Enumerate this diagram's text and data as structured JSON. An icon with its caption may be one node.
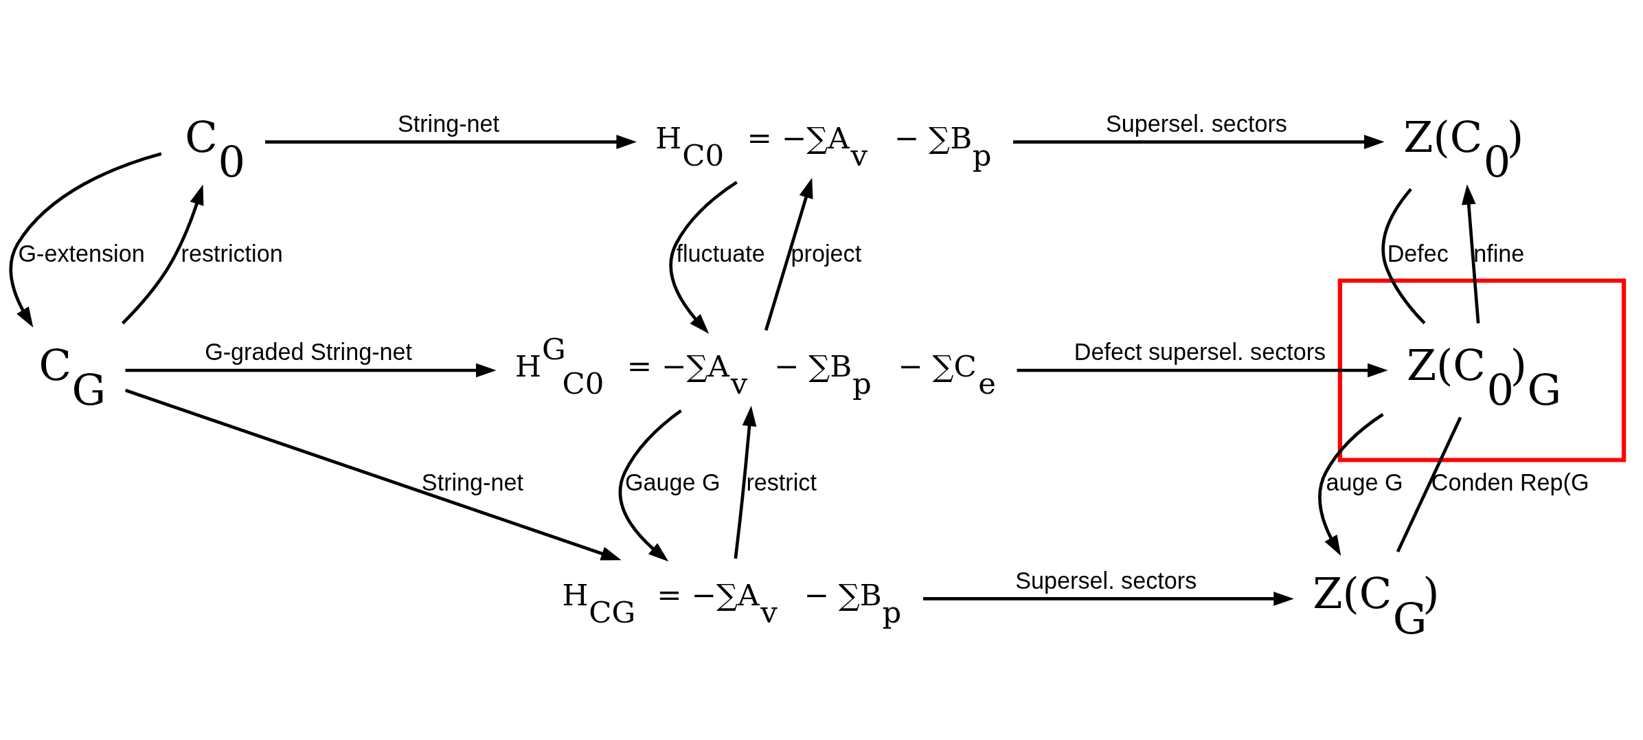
{
  "diagram": {
    "nodes": [
      {
        "text": [
          "C$_{0}$"
        ]
      },
      {
        "text": [
          "H$_{C0}$ = −∑A$_{v}$ − ∑B$_{p}$"
        ]
      },
      {
        "text": [
          "Z(C$_{0}$)"
        ]
      },
      {
        "text": [
          "C$_{G}$"
        ]
      },
      {
        "text": [
          "H$^{G}$$_{C0}$ = −∑A$_{v}$ − ∑B$_{p}$ − ∑C$_{e}$"
        ]
      },
      {
        "text": [],
        "shape": "box"
      },
      {
        "text": [
          "Z(C$_{0}$)$_{G}$"
        ],
        "in": 5
      },
      {
        "text": [
          "H$_{CG}$ = −∑A$_{v}$ − ∑B$_{p}$"
        ]
      },
      {
        "text": [
          "Z(C$_{G}$)"
        ]
      }
    ],
    "edges": [
      {
        "from": 0,
        "to": 1,
        "arrow": "to",
        "label": "String-net"
      },
      {
        "from": 1,
        "to": 2,
        "arrow": "to",
        "label": "Supersel. sectors"
      },
      {
        "from": 3,
        "to": 0,
        "arrow": "to",
        "label": "restriction"
      },
      {
        "from": 0,
        "to": 3,
        "arrow": "to",
        "label": "G-extension"
      },
      {
        "from": 4,
        "to": 1,
        "arrow": "to",
        "label": "project"
      },
      {
        "from": 1,
        "to": 4,
        "arrow": "to",
        "label": "fluctuate"
      },
      {
        "from": 6,
        "to": 2,
        "arrow": "to",
        "label": "nfine"
      },
      {
        "from": 2,
        "to": 6,
        "arrow": "none",
        "label": "Defec"
      },
      {
        "from": 3,
        "to": 4,
        "arrow": "to",
        "label": "G-graded String-net"
      },
      {
        "from": 4,
        "to": 6,
        "arrow": "to",
        "label": "Defect supersel. sectors"
      },
      {
        "from": 7,
        "to": 4,
        "arrow": "to",
        "label": "restrict"
      },
      {
        "from": 4,
        "to": 7,
        "arrow": "to",
        "label": "Gauge G"
      },
      {
        "from": 8,
        "to": 6,
        "arrow": "none",
        "label": "Conden Rep(G"
      },
      {
        "from": 6,
        "to": 8,
        "arrow": "to",
        "label": "auge G"
      },
      {
        "from": 3,
        "to": 7,
        "arrow": "to",
        "label": "String-net"
      },
      {
        "from": 7,
        "to": 8,
        "arrow": "to",
        "label": "Supersel. sectors"
      }
    ]
  }
}
